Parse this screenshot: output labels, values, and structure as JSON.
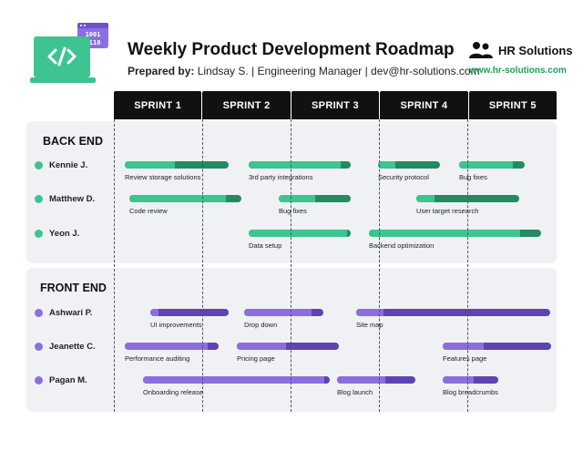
{
  "header": {
    "title": "Weekly Product Development Roadmap",
    "prepared_label": "Prepared by:",
    "prepared_value": " Lindsay S. | Engineering Manager | dev@hr-solutions.com",
    "brand_name": "HR Solutions",
    "brand_url": "www.hr-solutions.com",
    "logo_icon": "code-brackets-icon",
    "logo_binary": [
      "1001",
      "0110"
    ]
  },
  "colors": {
    "green": "#3dc491",
    "green_dark": "#238a61",
    "purple": "#8c6ee0",
    "purple_dark": "#5e43b5",
    "header_black": "#111111",
    "brand_green": "#1e9e5a"
  },
  "sprints": [
    "SPRINT 1",
    "SPRINT 2",
    "SPRINT 3",
    "SPRINT 4",
    "SPRINT 5"
  ],
  "sections": [
    {
      "title": "BACK END",
      "members": [
        {
          "name": "Kennie J."
        },
        {
          "name": "Matthew D."
        },
        {
          "name": "Yeon J."
        }
      ]
    },
    {
      "title": "FRONT END",
      "members": [
        {
          "name": "Ashwari P."
        },
        {
          "name": "Jeanette C."
        },
        {
          "name": "Pagan M."
        }
      ]
    }
  ],
  "tasks": [
    {
      "section": 0,
      "row": 0,
      "label": "Review storage solutions",
      "start": 0.12,
      "end": 1.29,
      "progress": 0.48
    },
    {
      "section": 0,
      "row": 0,
      "label": "3rd party integrations",
      "start": 1.52,
      "end": 2.67,
      "progress": 0.9
    },
    {
      "section": 0,
      "row": 0,
      "label": "Security protocol",
      "start": 2.98,
      "end": 3.68,
      "progress": 0.28
    },
    {
      "section": 0,
      "row": 0,
      "label": "Bug fixes",
      "start": 3.9,
      "end": 4.64,
      "progress": 0.82
    },
    {
      "section": 0,
      "row": 1,
      "label": "Code review",
      "start": 0.18,
      "end": 1.45,
      "progress": 0.86
    },
    {
      "section": 0,
      "row": 1,
      "label": "Bug fixes",
      "start": 1.86,
      "end": 2.67,
      "progress": 0.5
    },
    {
      "section": 0,
      "row": 1,
      "label": "User target research",
      "start": 3.42,
      "end": 4.58,
      "progress": 0.18
    },
    {
      "section": 0,
      "row": 2,
      "label": "Data setup",
      "start": 1.52,
      "end": 2.67,
      "progress": 0.96
    },
    {
      "section": 0,
      "row": 2,
      "label": "Backend optimization",
      "start": 2.88,
      "end": 4.82,
      "progress": 0.88
    },
    {
      "section": 1,
      "row": 0,
      "label": "UI improvements",
      "start": 0.41,
      "end": 1.29,
      "progress": 0.1
    },
    {
      "section": 1,
      "row": 0,
      "label": "Drop down",
      "start": 1.47,
      "end": 2.37,
      "progress": 0.85
    },
    {
      "section": 1,
      "row": 0,
      "label": "Site map",
      "start": 2.74,
      "end": 4.93,
      "progress": 0.14
    },
    {
      "section": 1,
      "row": 1,
      "label": "Performance auditing",
      "start": 0.12,
      "end": 1.18,
      "progress": 0.88
    },
    {
      "section": 1,
      "row": 1,
      "label": "Pricing page",
      "start": 1.39,
      "end": 2.54,
      "progress": 0.48
    },
    {
      "section": 1,
      "row": 1,
      "label": "Features page",
      "start": 3.71,
      "end": 4.93,
      "progress": 0.38
    },
    {
      "section": 1,
      "row": 2,
      "label": "Onboarding release",
      "start": 0.33,
      "end": 2.44,
      "progress": 0.97
    },
    {
      "section": 1,
      "row": 2,
      "label": "Blog launch",
      "start": 2.52,
      "end": 3.4,
      "progress": 0.62
    },
    {
      "section": 1,
      "row": 2,
      "label": "Blog breadcrumbs",
      "start": 3.71,
      "end": 4.34,
      "progress": 0.55
    }
  ]
}
